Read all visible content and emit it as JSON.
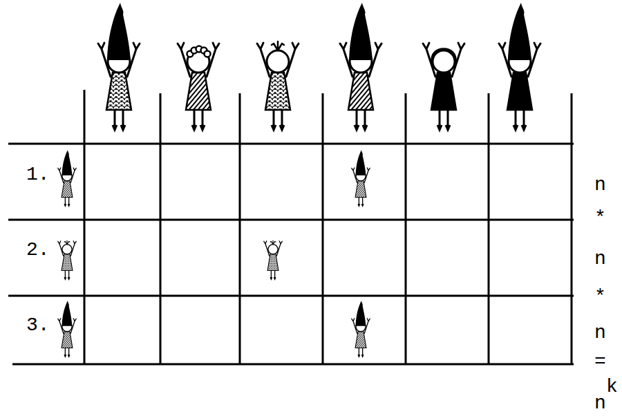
{
  "diagram": {
    "labels": [
      "1.",
      "2.",
      "3.",
      "n",
      "*",
      "n",
      "*",
      "n",
      "=",
      "k",
      "n"
    ]
  }
}
